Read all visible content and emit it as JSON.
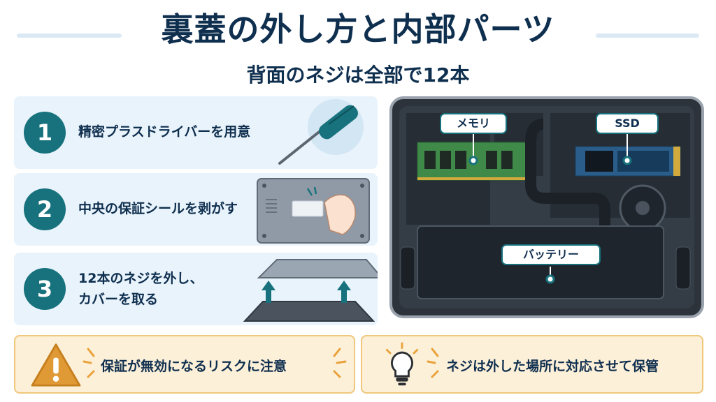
{
  "header": {
    "title": "裏蓋の外し方と内部パーツ",
    "subtitle": "背面のネジは全部で12本"
  },
  "steps": [
    {
      "number": "1",
      "text": "精密プラスドライバーを用意",
      "icon": "screwdriver-icon"
    },
    {
      "number": "2",
      "text": "中央の保証シールを剥がす",
      "icon": "peel-sticker-icon"
    },
    {
      "number": "3",
      "line1": "12本のネジを外し、",
      "line2": "カバーを取る",
      "icon": "cover-removal-icon"
    }
  ],
  "laptop": {
    "labels": {
      "memory": "メモリ",
      "ssd": "SSD",
      "battery": "バッテリー"
    }
  },
  "notes": {
    "warning": "保証が無効になるリスクに注意",
    "tip": "ネジは外した場所に対応させて保管"
  },
  "colors": {
    "accent": "#17727d",
    "navy": "#0f2f4f",
    "step_bg": "#e9f3fb",
    "note_bg": "#fdf0d8",
    "warning": "#e9a23b"
  }
}
